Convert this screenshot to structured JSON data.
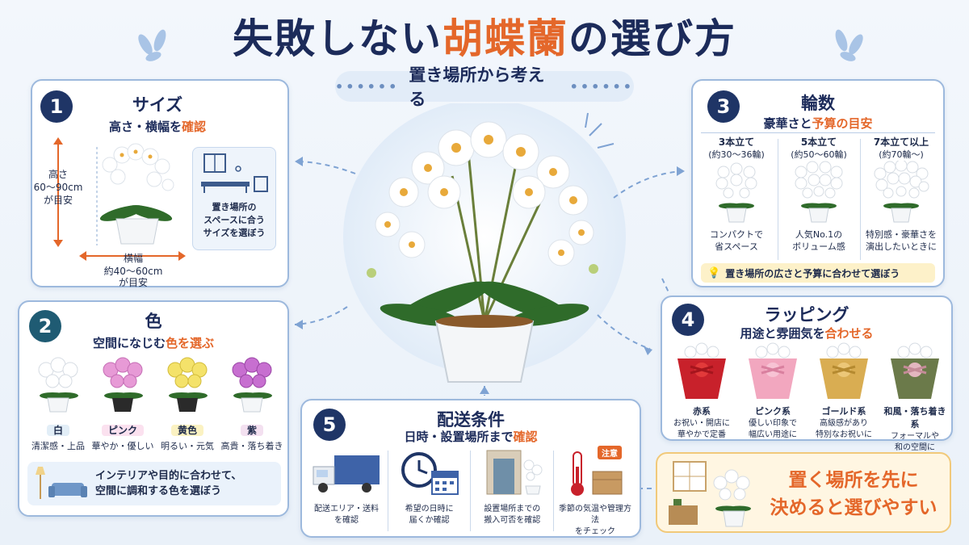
{
  "header": {
    "title_pre": "失敗しない",
    "title_accent": "胡蝶蘭",
    "title_post": "の選び方",
    "subtitle": "置き場所から考える"
  },
  "size": {
    "num": "1",
    "title": "サイズ",
    "sub_pre": "高さ・横幅を",
    "sub_hl": "確認",
    "height_label": "高さ",
    "height_range": "60〜90cm",
    "height_note": "が目安",
    "width_label": "横幅",
    "width_range": "約40〜60cm",
    "width_note": "が目安",
    "tip_line1": "置き場所の",
    "tip_line2": "スペースに合う",
    "tip_line3": "サイズを選ぼう"
  },
  "color": {
    "num": "2",
    "title": "色",
    "sub_pre": "空間になじむ",
    "sub_hl": "色を選ぶ",
    "items": [
      {
        "name": "白",
        "desc": "清潔感・上品"
      },
      {
        "name": "ピンク",
        "desc": "華やか・優しい"
      },
      {
        "name": "黄色",
        "desc": "明るい・元気"
      },
      {
        "name": "紫",
        "desc": "高貴・落ち着き"
      }
    ],
    "tip_line1": "インテリアや目的に合わせて、",
    "tip_line2": "空間に調和する色を選ぼう"
  },
  "stems": {
    "num": "3",
    "title": "輪数",
    "sub_pre": "豪華さと",
    "sub_hl": "予算の目安",
    "items": [
      {
        "name": "3本立て",
        "count": "(約30〜36輪)",
        "desc1": "コンパクトで",
        "desc2": "省スペース"
      },
      {
        "name": "5本立て",
        "count": "(約50〜60輪)",
        "desc1": "人気No.1の",
        "desc2": "ボリューム感"
      },
      {
        "name": "7本立て以上",
        "count": "(約70輪〜)",
        "desc1": "特別感・豪華さを",
        "desc2": "演出したいときに"
      }
    ],
    "tip": "置き場所の広さと予算に合わせて選ぼう"
  },
  "wrap": {
    "num": "4",
    "title": "ラッピング",
    "sub_pre": "用途と雰囲気を",
    "sub_hl": "合わせる",
    "items": [
      {
        "name": "赤系",
        "desc1": "お祝い・開店に",
        "desc2": "華やかで定番"
      },
      {
        "name": "ピンク系",
        "desc1": "優しい印象で",
        "desc2": "幅広い用途に"
      },
      {
        "name": "ゴールド系",
        "desc1": "高級感があり",
        "desc2": "特別なお祝いに"
      },
      {
        "name": "和風・落ち着き系",
        "desc1": "フォーマルや",
        "desc2": "和の空間に"
      }
    ]
  },
  "delivery": {
    "num": "5",
    "title": "配送条件",
    "sub_pre": "日時・設置場所まで",
    "sub_hl": "確認",
    "items": [
      {
        "desc1": "配送エリア・送料",
        "desc2": "を確認"
      },
      {
        "desc1": "希望の日時に",
        "desc2": "届くか確認"
      },
      {
        "desc1": "設置場所までの",
        "desc2": "搬入可否を確認"
      },
      {
        "desc1": "季節の気温や管理方法",
        "desc2": "をチェック"
      }
    ],
    "caution": "注意"
  },
  "conclusion": {
    "line1": "置く場所を先に",
    "line2": "決めると選びやすい"
  },
  "colors": {
    "navy": "#1c2b5a",
    "accent": "#e4672a",
    "panel_border": "#9db9dd"
  }
}
